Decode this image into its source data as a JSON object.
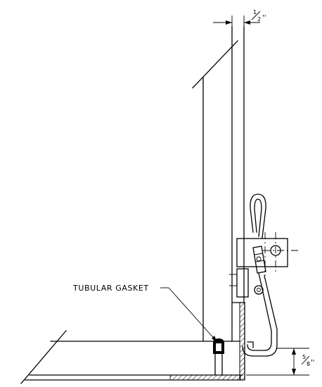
{
  "labels": {
    "gasket": "TUBULAR GASKET"
  },
  "dimensions": {
    "top": {
      "numerator": "1",
      "denominator": "2",
      "unit": "''"
    },
    "bottom": {
      "numerator": "5",
      "denominator": "8",
      "unit": "''"
    }
  }
}
